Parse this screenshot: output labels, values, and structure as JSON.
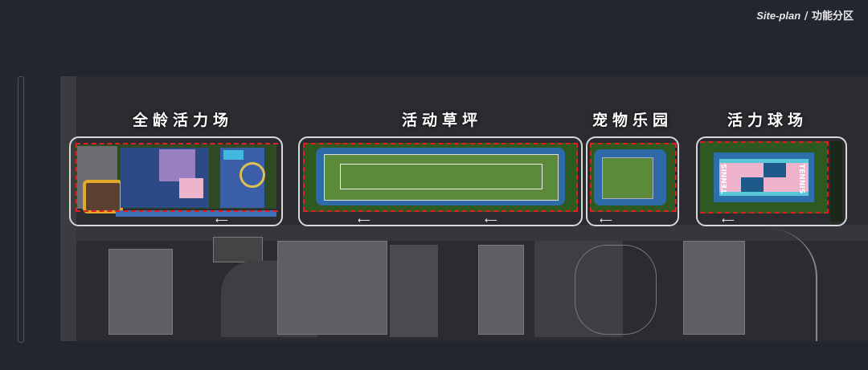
{
  "header": {
    "site_plan": "Site-plan",
    "separator": "/",
    "subtitle": "功能分区"
  },
  "zones": [
    {
      "label": "全龄活力场"
    },
    {
      "label": "活动草坪"
    },
    {
      "label": "宠物乐园"
    },
    {
      "label": "活力球场",
      "court_text": "TENNIS"
    }
  ],
  "colors": {
    "background": "#22262f",
    "boundary": "#e02020",
    "zone_outline": "#d8d8d8"
  }
}
